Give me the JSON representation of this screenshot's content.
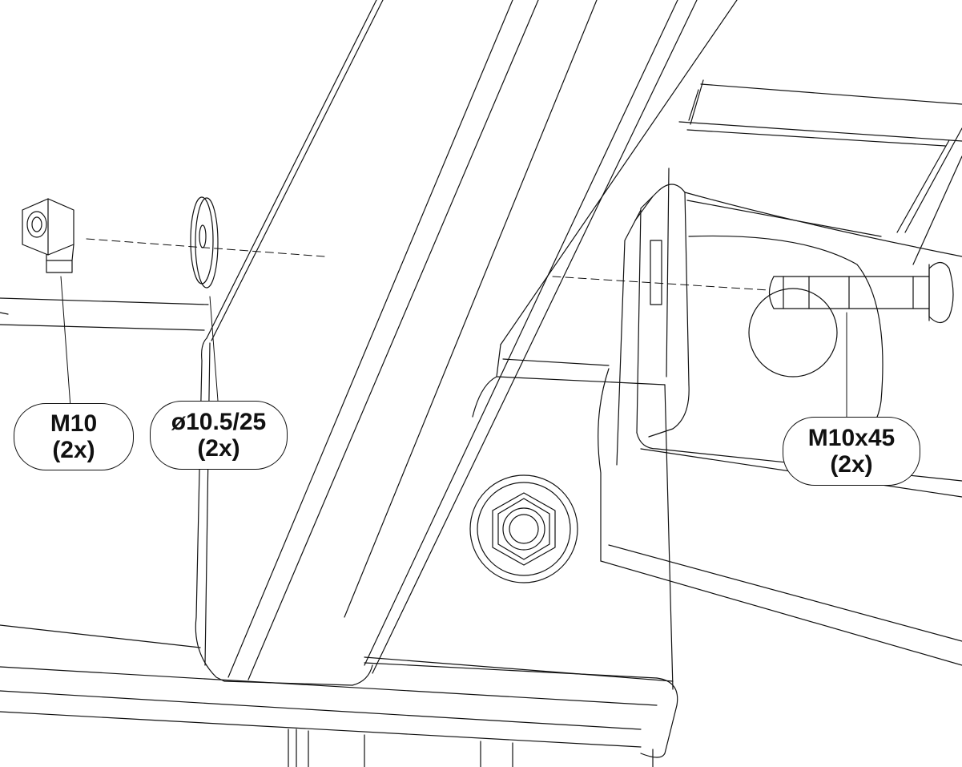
{
  "callouts": {
    "nut": {
      "size": "M10",
      "qty": "(2x)",
      "icon": "hex-nut-icon"
    },
    "washer": {
      "size": "ø10.5/25",
      "qty": "(2x)",
      "icon": "washer-icon"
    },
    "bolt": {
      "size": "M10x45",
      "qty": "(2x)",
      "icon": "carriage-bolt-icon"
    }
  },
  "colors": {
    "line": "#111111",
    "background": "#ffffff"
  }
}
